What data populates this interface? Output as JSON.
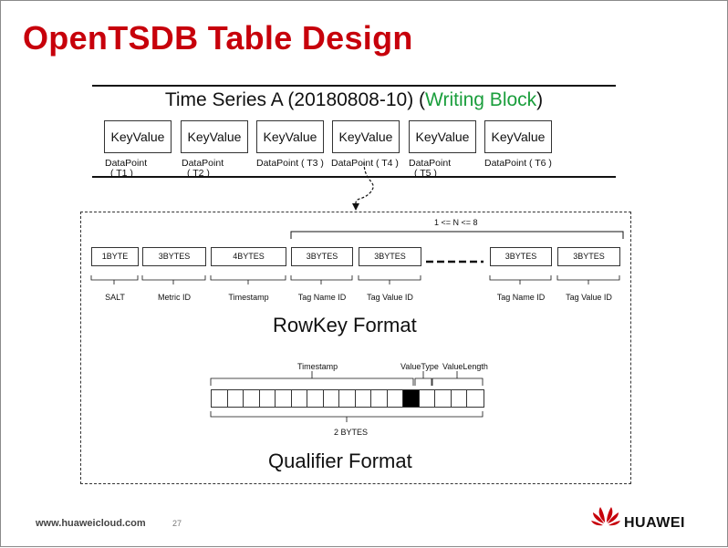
{
  "slide": {
    "title": "OpenTSDB Table Design"
  },
  "series": {
    "title_main": "Time Series A (20180808-10) (",
    "title_highlight": "Writing Block",
    "title_close": ")",
    "highlight_color": "#1a9e3c"
  },
  "keyvalues": [
    "KeyValue",
    "KeyValue",
    "KeyValue",
    "KeyValue",
    "KeyValue",
    "KeyValue"
  ],
  "datapoints": {
    "t1": [
      "DataPoint",
      "( T1 )"
    ],
    "t2": [
      "DataPoint",
      "( T2 )"
    ],
    "t3": "DataPoint ( T3 )",
    "t4": "DataPoint ( T4 )",
    "t5": [
      "DataPoint",
      "( T5 )"
    ],
    "t6": "DataPoint ( T6 )"
  },
  "rowkey": {
    "range_label": "1 <= N <= 8",
    "fields": [
      "1BYTE",
      "3BYTES",
      "4BYTES",
      "3BYTES",
      "3BYTES",
      "3BYTES",
      "3BYTES"
    ],
    "labels": [
      "SALT",
      "Metric ID",
      "Timestamp",
      "Tag Name ID",
      "Tag Value ID",
      "Tag Name ID",
      "Tag Value ID"
    ],
    "title": "RowKey Format"
  },
  "qualifier": {
    "timestamp_label": "Timestamp",
    "valuetype_label": "ValueType",
    "valuelength_label": "ValueLength",
    "bytes_label": "2 BYTES",
    "title": "Qualifier Format"
  },
  "footer": {
    "url": "www.huaweicloud.com",
    "page": "27",
    "brand": "HUAWEI",
    "brand_color": "#c7000b"
  }
}
